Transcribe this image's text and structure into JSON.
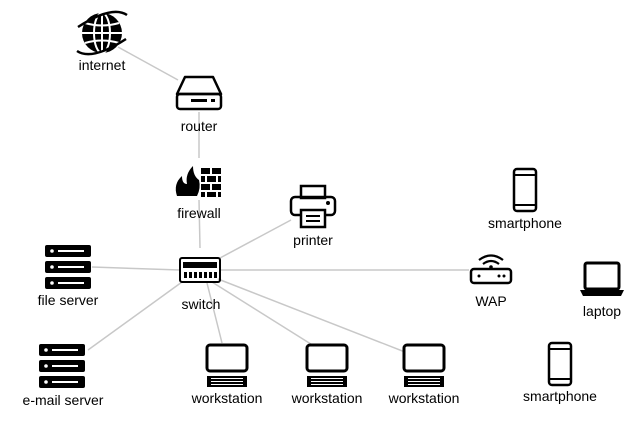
{
  "diagram": {
    "nodes": [
      {
        "id": "internet",
        "label": "internet",
        "icon": "globe-icon"
      },
      {
        "id": "router",
        "label": "router",
        "icon": "router-icon"
      },
      {
        "id": "firewall",
        "label": "firewall",
        "icon": "firewall-icon"
      },
      {
        "id": "switch",
        "label": "switch",
        "icon": "switch-icon"
      },
      {
        "id": "printer",
        "label": "printer",
        "icon": "printer-icon"
      },
      {
        "id": "file_server",
        "label": "file server",
        "icon": "server-icon"
      },
      {
        "id": "email_server",
        "label": "e-mail server",
        "icon": "server-icon"
      },
      {
        "id": "workstation_1",
        "label": "workstation",
        "icon": "workstation-icon"
      },
      {
        "id": "workstation_2",
        "label": "workstation",
        "icon": "workstation-icon"
      },
      {
        "id": "workstation_3",
        "label": "workstation",
        "icon": "workstation-icon"
      },
      {
        "id": "wap",
        "label": "WAP",
        "icon": "wireless-access-point-icon"
      },
      {
        "id": "smartphone_1",
        "label": "smartphone",
        "icon": "smartphone-icon"
      },
      {
        "id": "laptop",
        "label": "laptop",
        "icon": "laptop-icon"
      },
      {
        "id": "smartphone_2",
        "label": "smartphone",
        "icon": "smartphone-icon"
      }
    ],
    "edges": [
      [
        "internet",
        "router"
      ],
      [
        "router",
        "firewall"
      ],
      [
        "firewall",
        "switch"
      ],
      [
        "switch",
        "printer"
      ],
      [
        "switch",
        "file_server"
      ],
      [
        "switch",
        "email_server"
      ],
      [
        "switch",
        "workstation_1"
      ],
      [
        "switch",
        "workstation_2"
      ],
      [
        "switch",
        "workstation_3"
      ],
      [
        "switch",
        "wap"
      ]
    ],
    "edge_color": "#c8c8c8",
    "icon_color": "#000000"
  }
}
